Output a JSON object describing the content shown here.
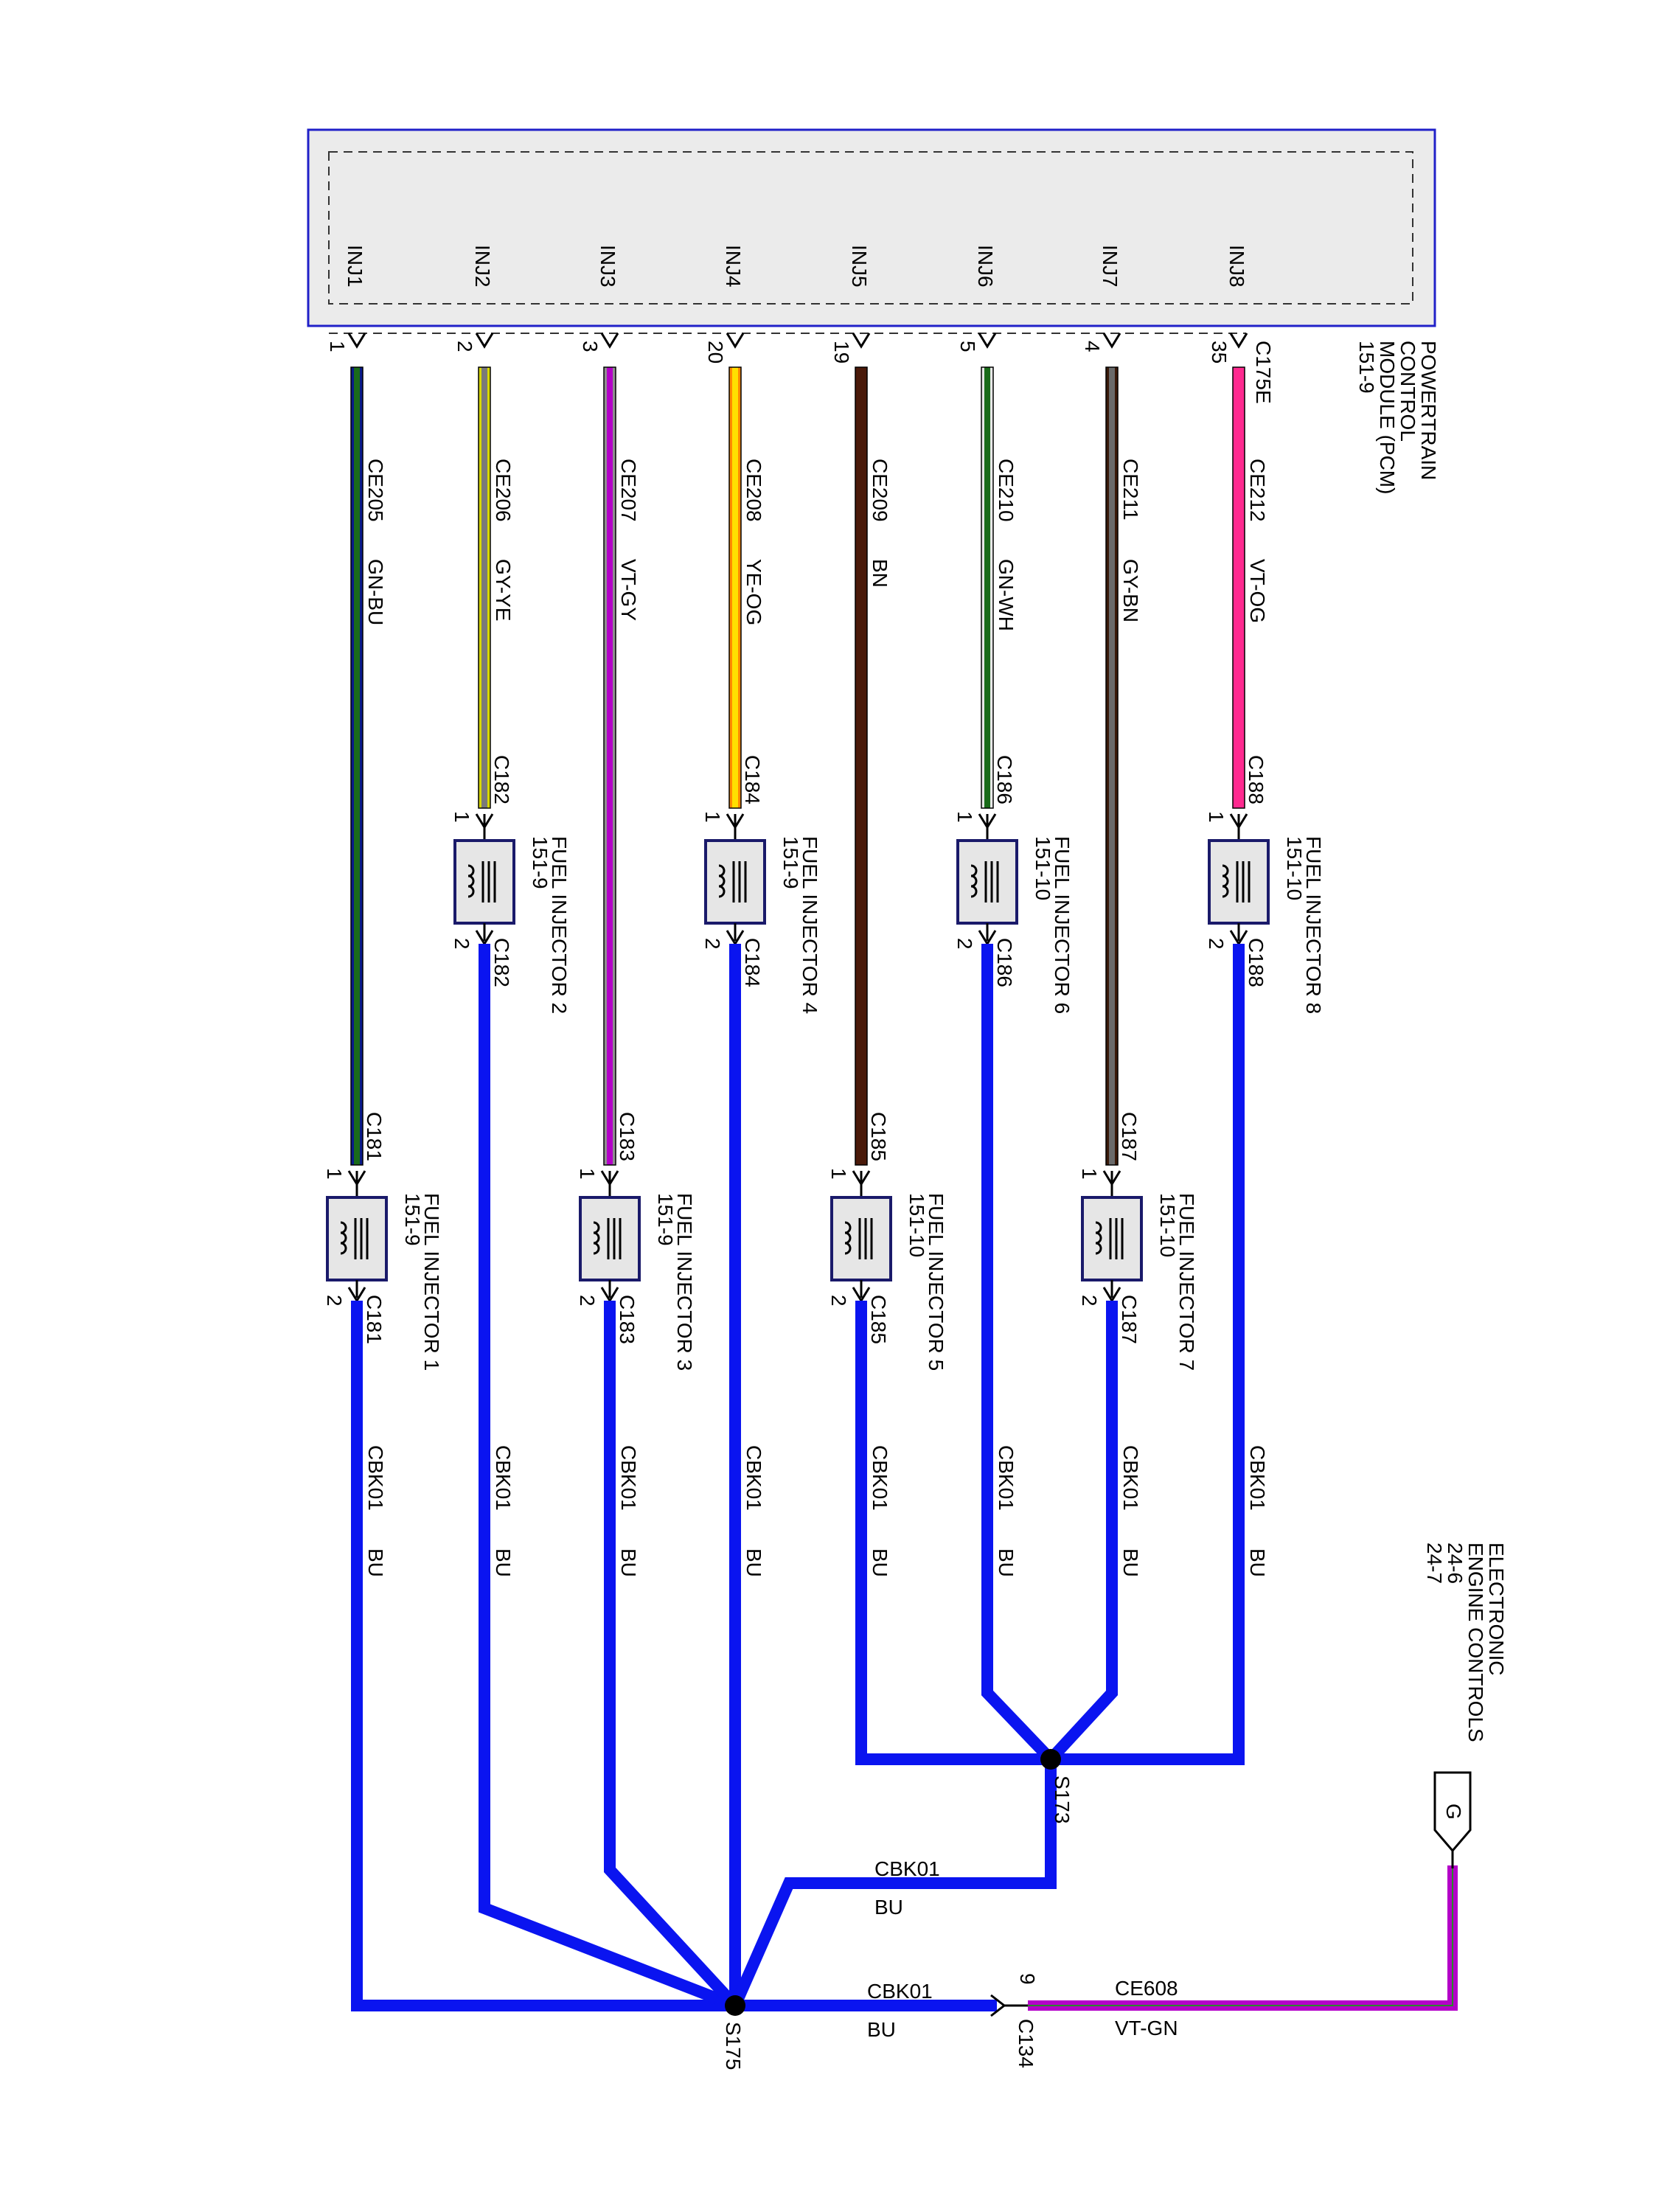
{
  "pcm": {
    "title_lines": [
      "POWERTRAIN",
      "CONTROL",
      "MODULE (PCM)",
      "151-9"
    ],
    "connector": "C175E"
  },
  "injector_pins": [
    {
      "pin": "INJ1",
      "cavity": "1",
      "circuit": "CE205",
      "color_code": "GN-BU",
      "wire_colors": [
        "#1a6b1a",
        "#0a1a8a"
      ]
    },
    {
      "pin": "INJ2",
      "cavity": "2",
      "circuit": "CE206",
      "color_code": "GY-YE",
      "wire_colors": [
        "#7a7a7a",
        "#d8d800"
      ]
    },
    {
      "pin": "INJ3",
      "cavity": "3",
      "circuit": "CE207",
      "color_code": "VT-GY",
      "wire_colors": [
        "#b400c8",
        "#909090"
      ]
    },
    {
      "pin": "INJ4",
      "cavity": "20",
      "circuit": "CE208",
      "color_code": "YE-OG",
      "wire_colors": [
        "#ffe000",
        "#ff8a00"
      ]
    },
    {
      "pin": "INJ5",
      "cavity": "19",
      "circuit": "CE209",
      "color_code": "BN",
      "wire_colors": [
        "#4a1a0a",
        "#4a1a0a"
      ]
    },
    {
      "pin": "INJ6",
      "cavity": "5",
      "circuit": "CE210",
      "color_code": "GN-WH",
      "wire_colors": [
        "#1a6b1a",
        "#e8e8e8"
      ]
    },
    {
      "pin": "INJ7",
      "cavity": "4",
      "circuit": "CE211",
      "color_code": "GY-BN",
      "wire_colors": [
        "#6a6a6a",
        "#3a1a0a"
      ]
    },
    {
      "pin": "INJ8",
      "cavity": "35",
      "circuit": "CE212",
      "color_code": "VT-OG",
      "wire_colors": [
        "#ff2a90",
        "#ff2a90"
      ]
    }
  ],
  "injectors": [
    {
      "name": "FUEL INJECTOR 1",
      "ref": "151-9",
      "connector": "C181",
      "pin_in": "1",
      "pin_out": "2"
    },
    {
      "name": "FUEL INJECTOR 2",
      "ref": "151-9",
      "connector": "C182",
      "pin_in": "1",
      "pin_out": "2"
    },
    {
      "name": "FUEL INJECTOR 3",
      "ref": "151-9",
      "connector": "C183",
      "pin_in": "1",
      "pin_out": "2"
    },
    {
      "name": "FUEL INJECTOR 4",
      "ref": "151-9",
      "connector": "C184",
      "pin_in": "1",
      "pin_out": "2"
    },
    {
      "name": "FUEL INJECTOR 5",
      "ref": "151-10",
      "connector": "C185",
      "pin_in": "1",
      "pin_out": "2"
    },
    {
      "name": "FUEL INJECTOR 6",
      "ref": "151-10",
      "connector": "C186",
      "pin_in": "1",
      "pin_out": "2"
    },
    {
      "name": "FUEL INJECTOR 7",
      "ref": "151-10",
      "connector": "C187",
      "pin_in": "1",
      "pin_out": "2"
    },
    {
      "name": "FUEL INJECTOR 8",
      "ref": "151-10",
      "connector": "C188",
      "pin_in": "1",
      "pin_out": "2"
    }
  ],
  "return_circuit": {
    "circuit": "CBK01",
    "color_code": "BU",
    "wire_color": "#0a14f0"
  },
  "splices": {
    "main": "S175",
    "secondary": "S173"
  },
  "output": {
    "connector": "C134",
    "cavity": "9",
    "circuit": "CE608",
    "color_code": "VT-GN",
    "wire_colors": [
      "#b400c8",
      "#2a8a2a"
    ]
  },
  "ground_ref": {
    "symbol": "G",
    "title_lines": [
      "ELECTRONIC",
      "ENGINE CONTROLS",
      "24-6",
      "24-7"
    ]
  },
  "colors": {
    "module_fill": "#ebebeb",
    "module_border": "#2020c8",
    "injector_border": "#1a1a6a"
  }
}
